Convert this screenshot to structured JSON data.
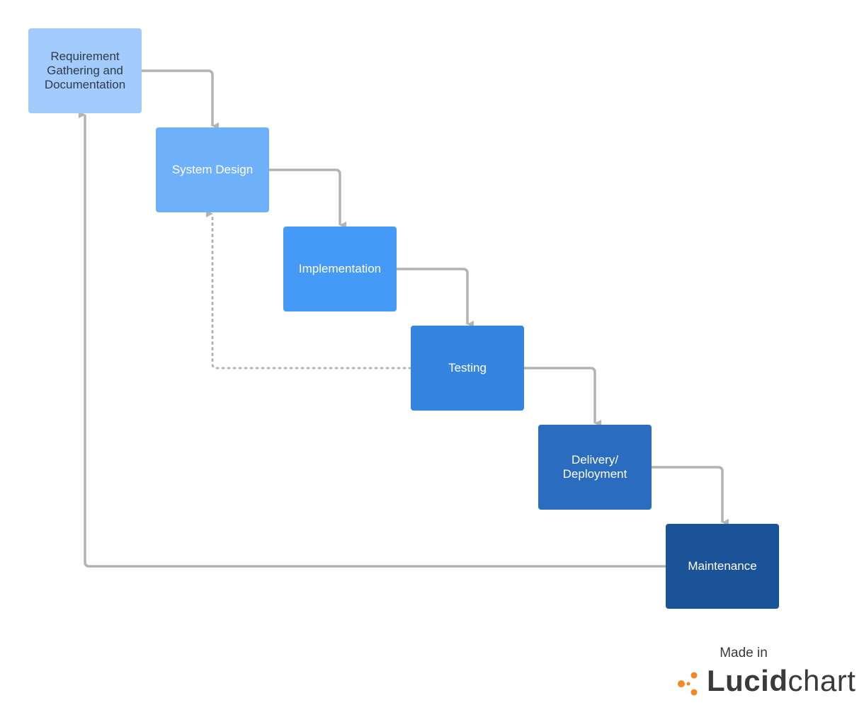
{
  "stages": [
    {
      "label": "Requirement\nGathering and\nDocumentation",
      "fill": "#a3cbfb",
      "text_color": "#2f3b4c"
    },
    {
      "label": "System Design",
      "fill": "#6fb0fa",
      "text_color": "#ffffff"
    },
    {
      "label": "Implementation",
      "fill": "#4599f7",
      "text_color": "#ffffff"
    },
    {
      "label": "Testing",
      "fill": "#3584e0",
      "text_color": "#ffffff"
    },
    {
      "label": "Delivery/\nDeployment",
      "fill": "#2a6cbd",
      "text_color": "#ffffff"
    },
    {
      "label": "Maintenance",
      "fill": "#1b5399",
      "text_color": "#ffffff"
    }
  ],
  "connectors": {
    "line_color": "#b3b3b3",
    "dotted_feedback": {
      "from": "Testing",
      "to": "System Design"
    },
    "loop_back": {
      "from": "Maintenance",
      "to": "Requirement\nGathering and\nDocumentation"
    }
  },
  "watermark": {
    "caption": "Made in",
    "brand_bold": "Lucid",
    "brand_light": "chart",
    "logo_color": "#f08a24"
  }
}
